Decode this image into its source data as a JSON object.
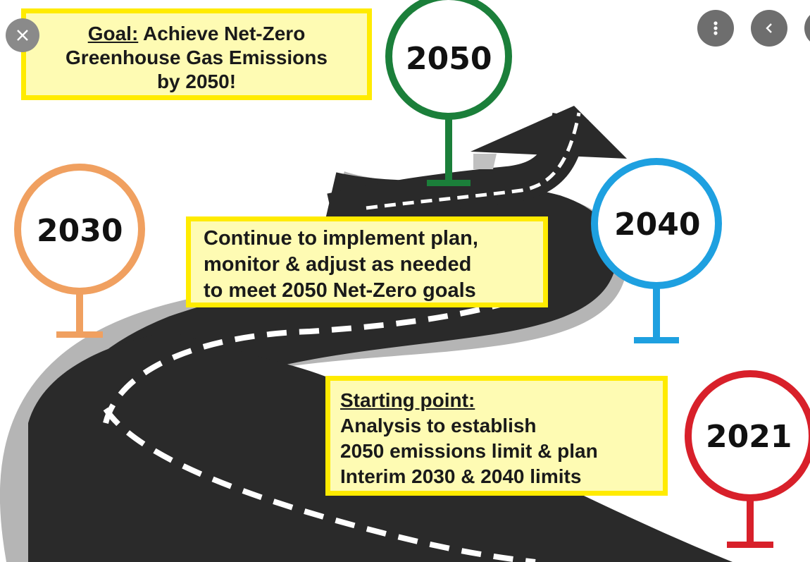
{
  "goal_note": {
    "label": "Goal:",
    "line1_rest": " Achieve Net-Zero",
    "line2": "Greenhouse Gas Emissions",
    "line3": "by 2050!"
  },
  "plan_note": {
    "lines": [
      "Continue to implement plan,",
      "monitor & adjust as needed",
      "to meet 2050 Net-Zero goals"
    ]
  },
  "start_note": {
    "heading": "Starting point:",
    "lines": [
      "Analysis to establish",
      "2050 emissions limit & plan",
      "Interim 2030 & 2040 limits"
    ]
  },
  "signposts": [
    {
      "year": "2050",
      "color": "#1b7f3a"
    },
    {
      "year": "2030",
      "color": "#f0a060"
    },
    {
      "year": "2040",
      "color": "#1ea0e0"
    },
    {
      "year": "2021",
      "color": "#d8202a"
    }
  ],
  "controls": {
    "close_icon": "close-icon",
    "more_icon": "more-vertical-icon",
    "prev_icon": "chevron-left-icon"
  }
}
